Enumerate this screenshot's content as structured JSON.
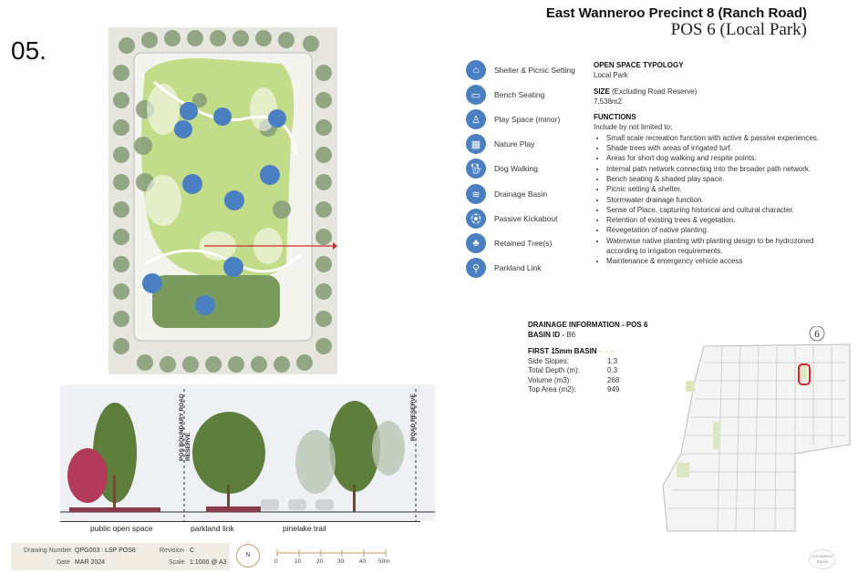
{
  "page_number": "05.",
  "header": {
    "title": "East Wanneroo Precinct 8 (Ranch Road)",
    "subtitle": "POS 6 (Local Park)"
  },
  "legend": [
    {
      "icon": "shelter-picnic-icon",
      "label": "Shelter & Picnic Setting"
    },
    {
      "icon": "bench-icon",
      "label": "Bench Seating"
    },
    {
      "icon": "play-space-icon",
      "label": "Play Space (minor)"
    },
    {
      "icon": "nature-play-icon",
      "label": "Nature Play"
    },
    {
      "icon": "dog-walking-icon",
      "label": "Dog Walking"
    },
    {
      "icon": "drainage-basin-icon",
      "label": "Drainage Basin"
    },
    {
      "icon": "kickabout-icon",
      "label": "Passive Kickabout"
    },
    {
      "icon": "retained-tree-icon",
      "label": "Retained Tree(s)"
    },
    {
      "icon": "parkland-link-icon",
      "label": "Parkland Link"
    }
  ],
  "typology": {
    "heading": "OPEN SPACE TYPOLOGY",
    "value": "Local Park",
    "size_heading": "SIZE",
    "size_note": "(Excluding Road Reserve)",
    "size_value": "7,538m2",
    "functions_heading": "FUNCTIONS",
    "functions_intro": "Include by not limited to;",
    "functions": [
      "Small scale recreation function with active & passive experiences.",
      "Shade trees with areas of irrigated turf.",
      "Areas for short dog walking and respite points.",
      "Internal path network connecting into the broader path network.",
      "Bench seating & shaded play space.",
      "Picnic setting & shelter.",
      "Stormwater drainage function.",
      "Sense of Place, capturing historical and cultural character.",
      "Retention of existing trees & vegetation.",
      "Revegetation of native planting.",
      "Waterwise native planting with planting design to be hydrozoned according to irrigation requirements.",
      "Maintenance & emergency vehicle access"
    ]
  },
  "drainage": {
    "heading": "DRAINAGE INFORMATION - POS 6",
    "basin_label": "BASIN ID -",
    "basin_id": "B6",
    "first_basin": "FIRST 15mm BASIN",
    "rows": [
      {
        "k": "Side Slopes:",
        "v": "1:3"
      },
      {
        "k": "Total Depth (m):",
        "v": "0.3"
      },
      {
        "k": "Volume (m3):",
        "v": "268"
      },
      {
        "k": "Top Area (m2):",
        "v": "949"
      }
    ]
  },
  "key_map": {
    "marker": "6",
    "stamp": "Considered Space"
  },
  "section": {
    "labels": [
      "public open space",
      "parkland link",
      "pinelake trail"
    ],
    "vertical_left": "POS BOUNDARY ROAD RESERVE",
    "vertical_right": "ROAD RESERVE"
  },
  "title_block": {
    "drawing_number_label": "Drawing Number",
    "drawing_number": "QPG003 : LSP POS6",
    "revision_label": "Revision",
    "revision": "C",
    "date_label": "Date",
    "date": "MAR 2024",
    "scale_label": "Scale",
    "scale": "1:1000 @ A3",
    "north": "N",
    "scale_ticks": [
      "0",
      "10",
      "20",
      "30",
      "40",
      "50m"
    ]
  },
  "colors": {
    "icon_blue": "#4a7fc1",
    "turf": "#c3dc8a",
    "tree": "#8aa07a",
    "basin_accent": "#b6d34a",
    "marker_red": "#d12a2a"
  }
}
